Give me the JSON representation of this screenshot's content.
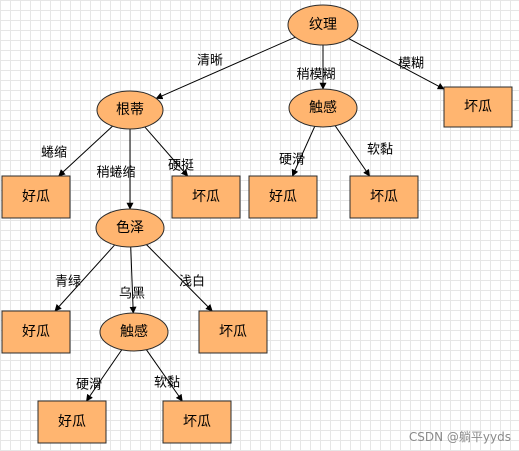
{
  "diagram": {
    "nodes": [
      {
        "id": "n_texture",
        "label": "纹理",
        "shape": "ellipse"
      },
      {
        "id": "n_root",
        "label": "根蒂",
        "shape": "ellipse"
      },
      {
        "id": "n_touch1",
        "label": "触感",
        "shape": "ellipse"
      },
      {
        "id": "n_bad1",
        "label": "坏瓜",
        "shape": "rect"
      },
      {
        "id": "n_good1",
        "label": "好瓜",
        "shape": "rect"
      },
      {
        "id": "n_color",
        "label": "色泽",
        "shape": "ellipse"
      },
      {
        "id": "n_bad2",
        "label": "坏瓜",
        "shape": "rect"
      },
      {
        "id": "n_good2",
        "label": "好瓜",
        "shape": "rect"
      },
      {
        "id": "n_bad3",
        "label": "坏瓜",
        "shape": "rect"
      },
      {
        "id": "n_good3",
        "label": "好瓜",
        "shape": "rect"
      },
      {
        "id": "n_touch2",
        "label": "触感",
        "shape": "ellipse"
      },
      {
        "id": "n_bad4",
        "label": "坏瓜",
        "shape": "rect"
      },
      {
        "id": "n_good4",
        "label": "好瓜",
        "shape": "rect"
      },
      {
        "id": "n_bad5",
        "label": "坏瓜",
        "shape": "rect"
      }
    ],
    "edges": [
      {
        "id": "e1",
        "from": "n_texture",
        "to": "n_root",
        "label": "清晰"
      },
      {
        "id": "e2",
        "from": "n_texture",
        "to": "n_touch1",
        "label": "稍模糊"
      },
      {
        "id": "e3",
        "from": "n_texture",
        "to": "n_bad1",
        "label": "模糊"
      },
      {
        "id": "e4",
        "from": "n_root",
        "to": "n_good1",
        "label": "蜷缩"
      },
      {
        "id": "e5",
        "from": "n_root",
        "to": "n_color",
        "label": "稍蜷缩"
      },
      {
        "id": "e6",
        "from": "n_root",
        "to": "n_bad2",
        "label": "硬挺"
      },
      {
        "id": "e7",
        "from": "n_touch1",
        "to": "n_good2",
        "label": "硬滑"
      },
      {
        "id": "e8",
        "from": "n_touch1",
        "to": "n_bad3",
        "label": "软黏"
      },
      {
        "id": "e9",
        "from": "n_color",
        "to": "n_good3",
        "label": "青绿"
      },
      {
        "id": "e10",
        "from": "n_color",
        "to": "n_touch2",
        "label": "乌黑"
      },
      {
        "id": "e11",
        "from": "n_color",
        "to": "n_bad4",
        "label": "浅白"
      },
      {
        "id": "e12",
        "from": "n_touch2",
        "to": "n_good4",
        "label": "硬滑"
      },
      {
        "id": "e13",
        "from": "n_touch2",
        "to": "n_bad5",
        "label": "软黏"
      }
    ]
  },
  "colors": {
    "node_fill": "#FFB570",
    "grid": "#e6e6e6",
    "watermark": "#8a8a8a"
  },
  "watermark": "CSDN @躺平yyds"
}
